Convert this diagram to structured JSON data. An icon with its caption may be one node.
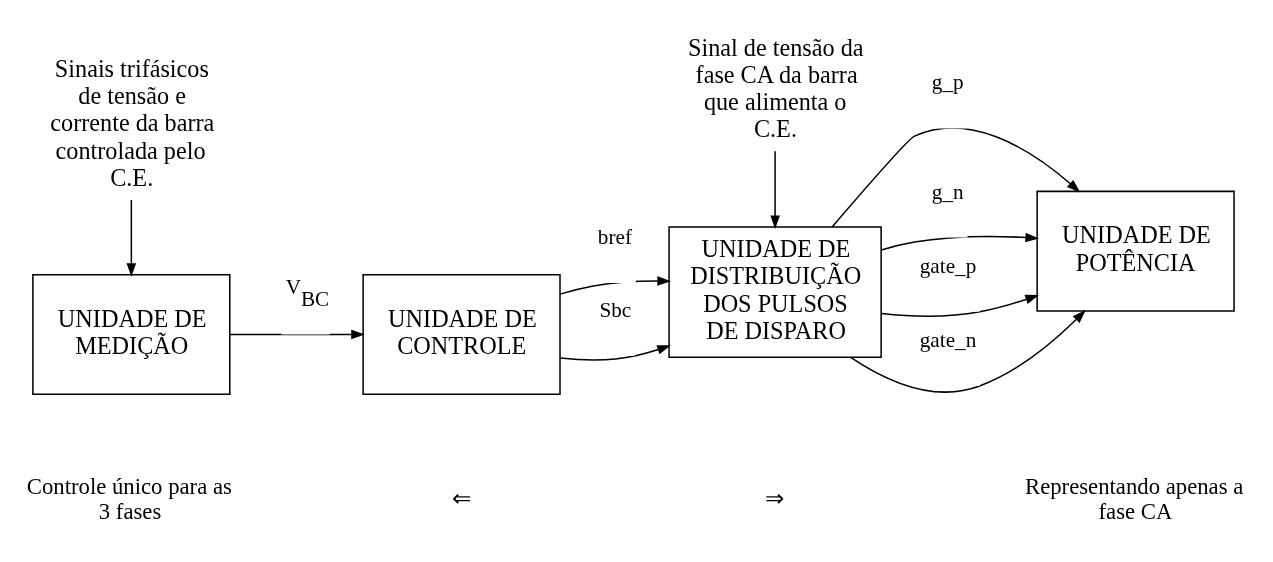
{
  "diagram": {
    "nodes": [
      {
        "text": [
          "Sinais trifásicos de tensão e corrente da barra controlada pelo C.E."
        ]
      },
      {
        "text": [
          "UNIDADE DE MEDIÇÃO"
        ]
      },
      {
        "text": [
          "UNIDADE DE CONTROLE"
        ]
      },
      {
        "text": [
          "Sinal de tensão da fase CA da barra que alimenta o C.E."
        ]
      },
      {
        "text": [
          "UNIDADE DE DISTRIBUIÇÃO DOS PULSOS DE DISPARO"
        ]
      },
      {
        "text": [
          "UNIDADE DE POTÊNCIA"
        ]
      }
    ],
    "edges": [
      {
        "from": 0,
        "to": 1,
        "arrow": "to"
      },
      {
        "from": 1,
        "to": 2,
        "arrow": "to",
        "label": "V$_{BC}$"
      },
      {
        "from": 2,
        "to": 4,
        "arrow": "to",
        "label": "bref"
      },
      {
        "from": 2,
        "to": 4,
        "arrow": "to",
        "label": "Sbc"
      },
      {
        "from": 3,
        "to": 4,
        "arrow": "to"
      },
      {
        "from": 4,
        "to": 5,
        "arrow": "to",
        "label": "g_p"
      },
      {
        "from": 4,
        "to": 5,
        "arrow": "to",
        "label": "g_n"
      },
      {
        "from": 4,
        "to": 5,
        "arrow": "to",
        "label": "gate_p"
      },
      {
        "from": 4,
        "to": 5,
        "arrow": "to",
        "label": "gate_n"
      }
    ],
    "labels": [
      "Controle único para as 3 fases",
      "⇐",
      "⇒",
      "Representando apenas a fase CA"
    ]
  }
}
